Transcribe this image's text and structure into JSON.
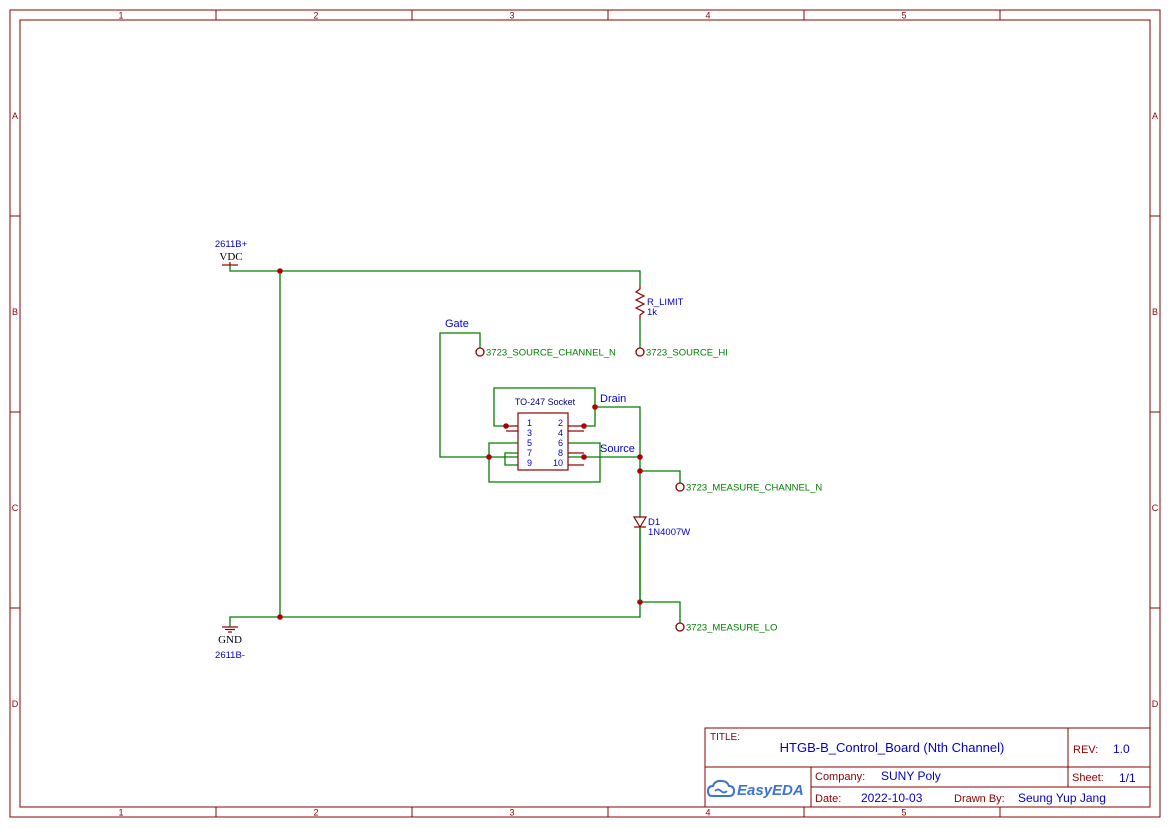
{
  "frame": {
    "columns": [
      "1",
      "2",
      "3",
      "4",
      "5"
    ],
    "rows": [
      "A",
      "B",
      "C",
      "D"
    ]
  },
  "power": {
    "vdc_name": "VDC",
    "vdc_net": "2611B+",
    "gnd_name": "GND",
    "gnd_net": "2611B-"
  },
  "resistor": {
    "designator": "R_LIMIT",
    "value": "1k"
  },
  "diode": {
    "designator": "D1",
    "value": "1N4007W"
  },
  "socket": {
    "title": "TO-247 Socket",
    "left_pins": [
      "1",
      "3",
      "5",
      "7",
      "9"
    ],
    "right_pins": [
      "2",
      "4",
      "6",
      "8",
      "10"
    ]
  },
  "net_labels": {
    "gate": "Gate",
    "drain": "Drain",
    "source": "Source"
  },
  "ports": {
    "source_channel": "3723_SOURCE_CHANNEL_N",
    "source_hi": "3723_SOURCE_HI",
    "measure_channel": "3723_MEASURE_CHANNEL_N",
    "measure_lo": "3723_MEASURE_LO"
  },
  "title_block": {
    "title_label": "TITLE:",
    "title": "HTGB-B_Control_Board (Nth Channel)",
    "rev_label": "REV:",
    "rev": "1.0",
    "logo_text": "EasyEDA",
    "company_label": "Company:",
    "company": "SUNY Poly",
    "sheet_label": "Sheet:",
    "sheet": "1/1",
    "date_label": "Date:",
    "date": "2022-10-03",
    "drawn_by_label": "Drawn By:",
    "drawn_by": "Seung Yup Jang"
  }
}
